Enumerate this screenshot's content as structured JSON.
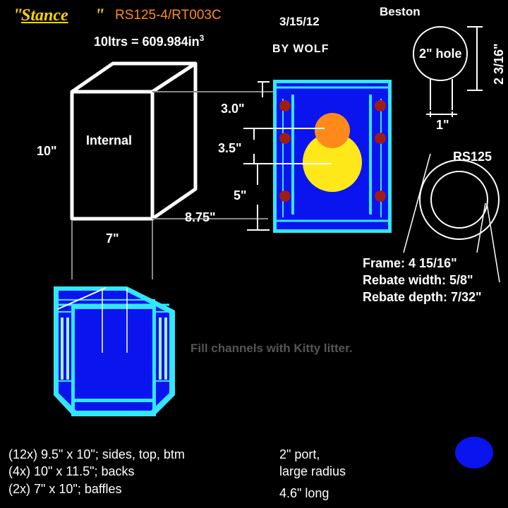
{
  "header": {
    "title": "Stance",
    "model": "RS125-4/RT003C",
    "date": "3/15/12",
    "signature": "BY WOLF",
    "volume": "10ltrs = 609.984in",
    "volume_exp": "3",
    "brand": "Beston"
  },
  "box": {
    "internal_label": "Internal",
    "height": "10\"",
    "width": "7\"",
    "depth": "8.75\""
  },
  "front": {
    "dim_top": "3.0\"",
    "dim_mid": "3.5\"",
    "dim_bottom": "5\""
  },
  "port": {
    "hole": "2\" hole",
    "depth": "2 3/16\"",
    "width": "1\""
  },
  "driver": {
    "model": "RS125",
    "frame": "Frame: 4 15/16\"",
    "rebate_width": "Rebate width: 5/8\"",
    "rebate_depth": "Rebate depth: 7/32\""
  },
  "note": "Fill channels with Kitty litter.",
  "cut_list": [
    "(12x) 9.5\" x 10\"; sides, top, btm",
    "(4x) 10\" x 11.5\"; backs",
    "(2x) 7\" x 10\"; baffles"
  ],
  "port_spec": {
    "line1": "2\" port,",
    "line2": "large radius",
    "line3": "4.6\" long"
  },
  "colors": {
    "cyan": "#33e6ff",
    "blue": "#0a14ee",
    "yellow": "#ffe81a",
    "orange": "#ff8a1a",
    "bolt": "#a01c14",
    "title": "#ffd400"
  }
}
